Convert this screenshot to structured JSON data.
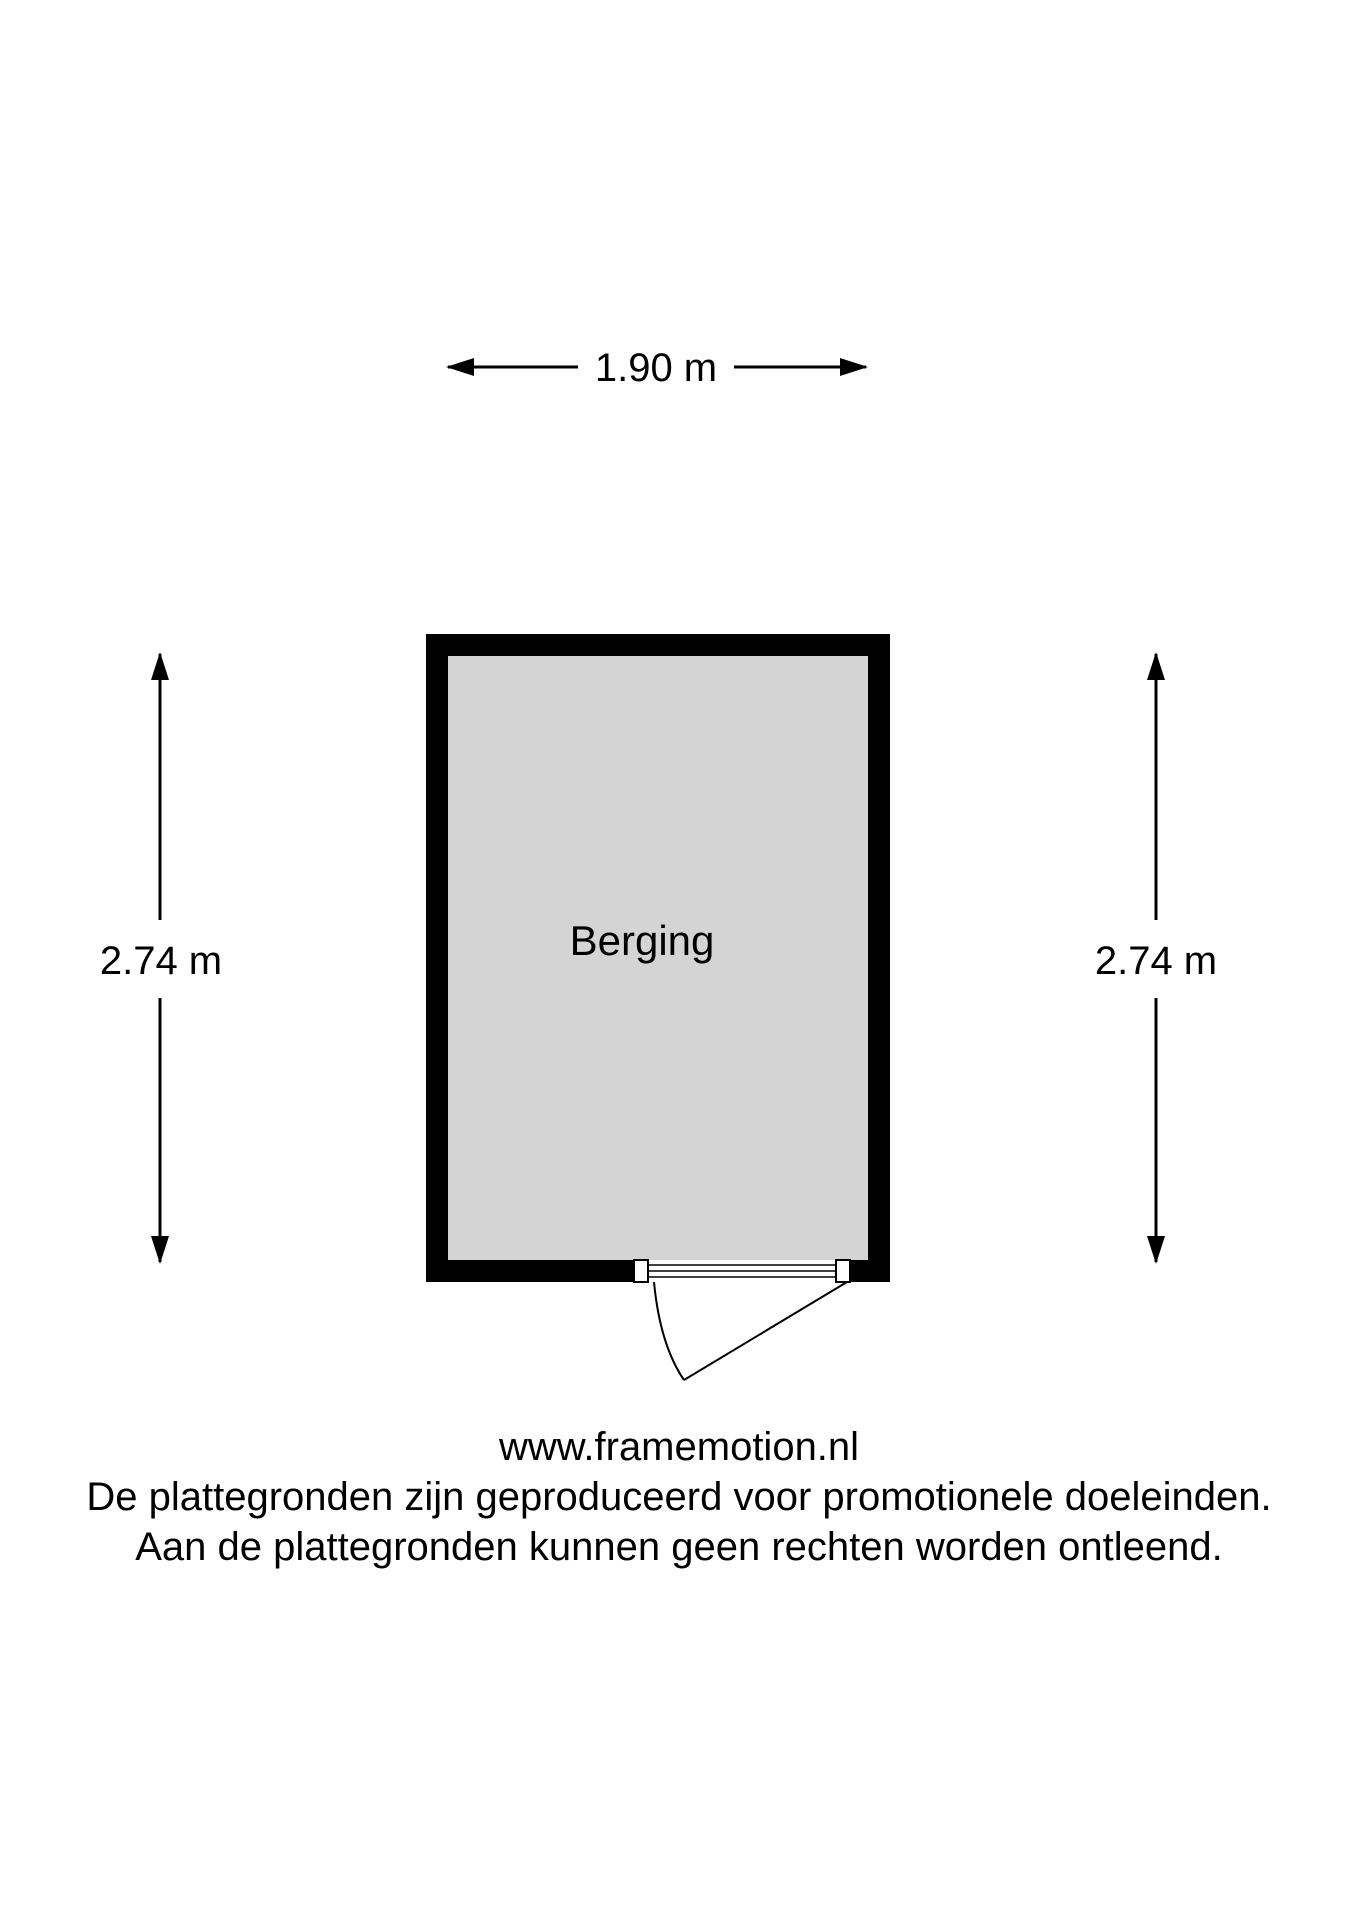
{
  "plan": {
    "width_label": "1.90 m",
    "height_label_left": "2.74 m",
    "height_label_right": "2.74 m",
    "room_name": "Berging",
    "colors": {
      "wall": "#000000",
      "floor": "#d4d4d4",
      "background": "#ffffff"
    }
  },
  "footer": {
    "website": "www.framemotion.nl",
    "disclaimer_line1": "De plattegronden zijn geproduceerd voor promotionele doeleinden.",
    "disclaimer_line2": "Aan de plattegronden kunnen geen rechten worden ontleend."
  }
}
